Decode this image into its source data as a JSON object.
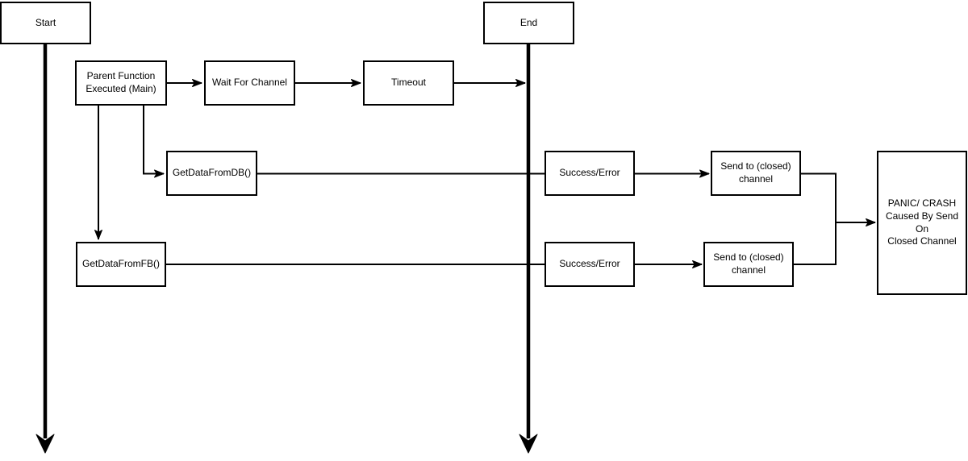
{
  "diagram": {
    "type": "flowchart",
    "colors": {
      "stroke": "#000000",
      "node_fill": "#ffffff",
      "background": "#ffffff"
    },
    "nodes": {
      "start": {
        "label": "Start"
      },
      "end": {
        "label": "End"
      },
      "parent_function": {
        "label": "Parent Function\nExecuted (Main)"
      },
      "wait_for_channel": {
        "label": "Wait For Channel"
      },
      "timeout": {
        "label": "Timeout"
      },
      "get_data_from_db": {
        "label": "GetDataFromDB()"
      },
      "get_data_from_fb": {
        "label": "GetDataFromFB()"
      },
      "success_error_db": {
        "label": "Success/Error"
      },
      "send_closed_db": {
        "label": "Send to (closed)\nchannel"
      },
      "success_error_fb": {
        "label": "Success/Error"
      },
      "send_closed_fb": {
        "label": "Send to (closed)\nchannel"
      },
      "panic": {
        "label": "PANIC/ CRASH\nCaused By Send On\nClosed Channel"
      }
    },
    "edges": [
      {
        "from": "start",
        "to": "bottom-of-page",
        "style": "thick-lifeline",
        "arrow": true
      },
      {
        "from": "end",
        "to": "bottom-of-page",
        "style": "thick-lifeline",
        "arrow": true
      },
      {
        "from": "parent_function",
        "to": "wait_for_channel",
        "arrow": true
      },
      {
        "from": "wait_for_channel",
        "to": "timeout",
        "arrow": true
      },
      {
        "from": "timeout",
        "to": "end-lifeline",
        "arrow": true
      },
      {
        "from": "parent_function",
        "to": "get_data_from_db",
        "arrow": true
      },
      {
        "from": "parent_function",
        "to": "get_data_from_fb",
        "arrow": true
      },
      {
        "from": "get_data_from_db",
        "to": "success_error_db",
        "arrow": false
      },
      {
        "from": "get_data_from_fb",
        "to": "success_error_fb",
        "arrow": false
      },
      {
        "from": "success_error_db",
        "to": "send_closed_db",
        "arrow": true
      },
      {
        "from": "success_error_fb",
        "to": "send_closed_fb",
        "arrow": true
      },
      {
        "from": "send_closed_db",
        "to": "panic",
        "arrow": true
      },
      {
        "from": "send_closed_fb",
        "to": "panic",
        "arrow": true
      }
    ]
  }
}
